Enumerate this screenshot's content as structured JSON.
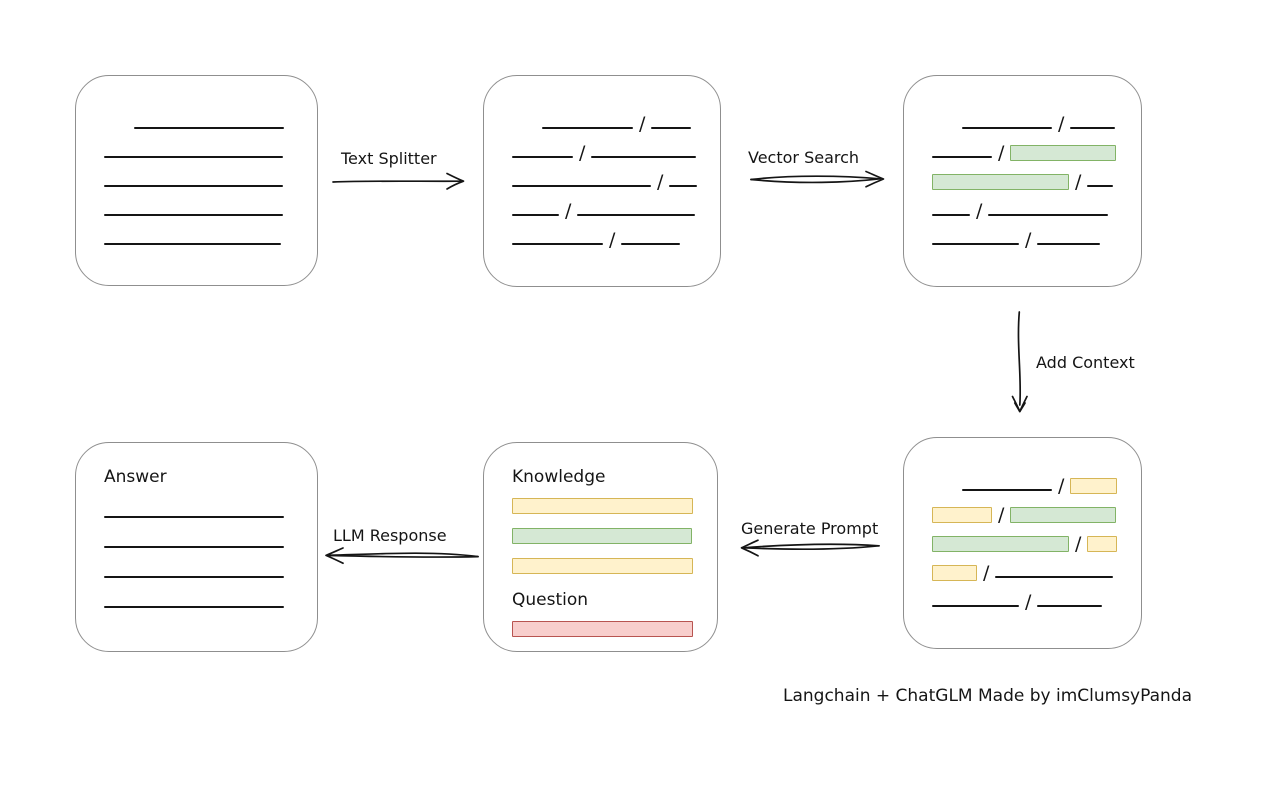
{
  "caption": "Langchain + ChatGLM Made by imClumsyPanda",
  "colors": {
    "green_fill": "#d5e8d4",
    "green_stroke": "#82b366",
    "yellow_fill": "#fff2cc",
    "yellow_stroke": "#d6b656",
    "red_fill": "#f8cecc",
    "red_stroke": "#b85450",
    "box_border": "#8f8f8f",
    "ink": "#151515"
  },
  "arrows": {
    "text_splitter": {
      "label": "Text Splitter",
      "direction": "right"
    },
    "vector_search": {
      "label": "Vector Search",
      "direction": "right"
    },
    "add_context": {
      "label": "Add Context",
      "direction": "down"
    },
    "generate_prompt": {
      "label": "Generate Prompt",
      "direction": "left"
    },
    "llm_response": {
      "label": "LLM Response",
      "direction": "left"
    }
  },
  "boxes": {
    "source_document": {
      "rows": [
        [
          {
            "t": "space",
            "w": 30
          },
          {
            "t": "line",
            "w": 150
          }
        ],
        [
          {
            "t": "line",
            "w": 179
          }
        ],
        [
          {
            "t": "line",
            "w": 179
          }
        ],
        [
          {
            "t": "line",
            "w": 179
          }
        ],
        [
          {
            "t": "line",
            "w": 177
          }
        ]
      ]
    },
    "split_chunks": {
      "rows": [
        [
          {
            "t": "space",
            "w": 30
          },
          {
            "t": "line",
            "w": 91
          },
          {
            "t": "slash"
          },
          {
            "t": "line",
            "w": 40
          }
        ],
        [
          {
            "t": "line",
            "w": 61
          },
          {
            "t": "slash"
          },
          {
            "t": "line",
            "w": 105
          }
        ],
        [
          {
            "t": "line",
            "w": 139
          },
          {
            "t": "slash"
          },
          {
            "t": "line",
            "w": 28
          }
        ],
        [
          {
            "t": "line",
            "w": 47
          },
          {
            "t": "slash"
          },
          {
            "t": "line",
            "w": 118
          }
        ],
        [
          {
            "t": "line",
            "w": 91
          },
          {
            "t": "slash"
          },
          {
            "t": "line",
            "w": 59
          }
        ]
      ]
    },
    "retrieved_chunks": {
      "rows": [
        [
          {
            "t": "space",
            "w": 30
          },
          {
            "t": "line",
            "w": 90
          },
          {
            "t": "slash"
          },
          {
            "t": "line",
            "w": 45
          }
        ],
        [
          {
            "t": "line",
            "w": 60
          },
          {
            "t": "slash"
          },
          {
            "t": "green",
            "w": 106
          }
        ],
        [
          {
            "t": "green",
            "w": 137
          },
          {
            "t": "slash"
          },
          {
            "t": "line",
            "w": 26
          }
        ],
        [
          {
            "t": "line",
            "w": 38
          },
          {
            "t": "slash"
          },
          {
            "t": "line",
            "w": 120
          }
        ],
        [
          {
            "t": "line",
            "w": 87
          },
          {
            "t": "slash"
          },
          {
            "t": "line",
            "w": 63
          }
        ]
      ]
    },
    "context_chunks": {
      "rows": [
        [
          {
            "t": "space",
            "w": 30
          },
          {
            "t": "line",
            "w": 90
          },
          {
            "t": "slash"
          },
          {
            "t": "yellow",
            "w": 47
          }
        ],
        [
          {
            "t": "yellow",
            "w": 60
          },
          {
            "t": "slash"
          },
          {
            "t": "green",
            "w": 106
          }
        ],
        [
          {
            "t": "green",
            "w": 137
          },
          {
            "t": "slash"
          },
          {
            "t": "yellow",
            "w": 30
          }
        ],
        [
          {
            "t": "yellow",
            "w": 45
          },
          {
            "t": "slash"
          },
          {
            "t": "line",
            "w": 118
          }
        ],
        [
          {
            "t": "line",
            "w": 87
          },
          {
            "t": "slash"
          },
          {
            "t": "line",
            "w": 65
          }
        ]
      ]
    },
    "prompt": {
      "knowledge_label": "Knowledge",
      "question_label": "Question",
      "knowledge_rows": [
        [
          {
            "t": "yellow",
            "w": 182
          }
        ],
        [
          {
            "t": "green",
            "w": 180
          }
        ],
        [
          {
            "t": "yellow",
            "w": 182
          }
        ]
      ],
      "question_rows": [
        [
          {
            "t": "red",
            "w": 183
          }
        ]
      ]
    },
    "answer": {
      "label": "Answer",
      "rows": [
        [
          {
            "t": "line",
            "w": 180
          }
        ],
        [
          {
            "t": "line",
            "w": 180
          }
        ],
        [
          {
            "t": "line",
            "w": 180
          }
        ],
        [
          {
            "t": "line",
            "w": 180
          }
        ]
      ]
    }
  }
}
